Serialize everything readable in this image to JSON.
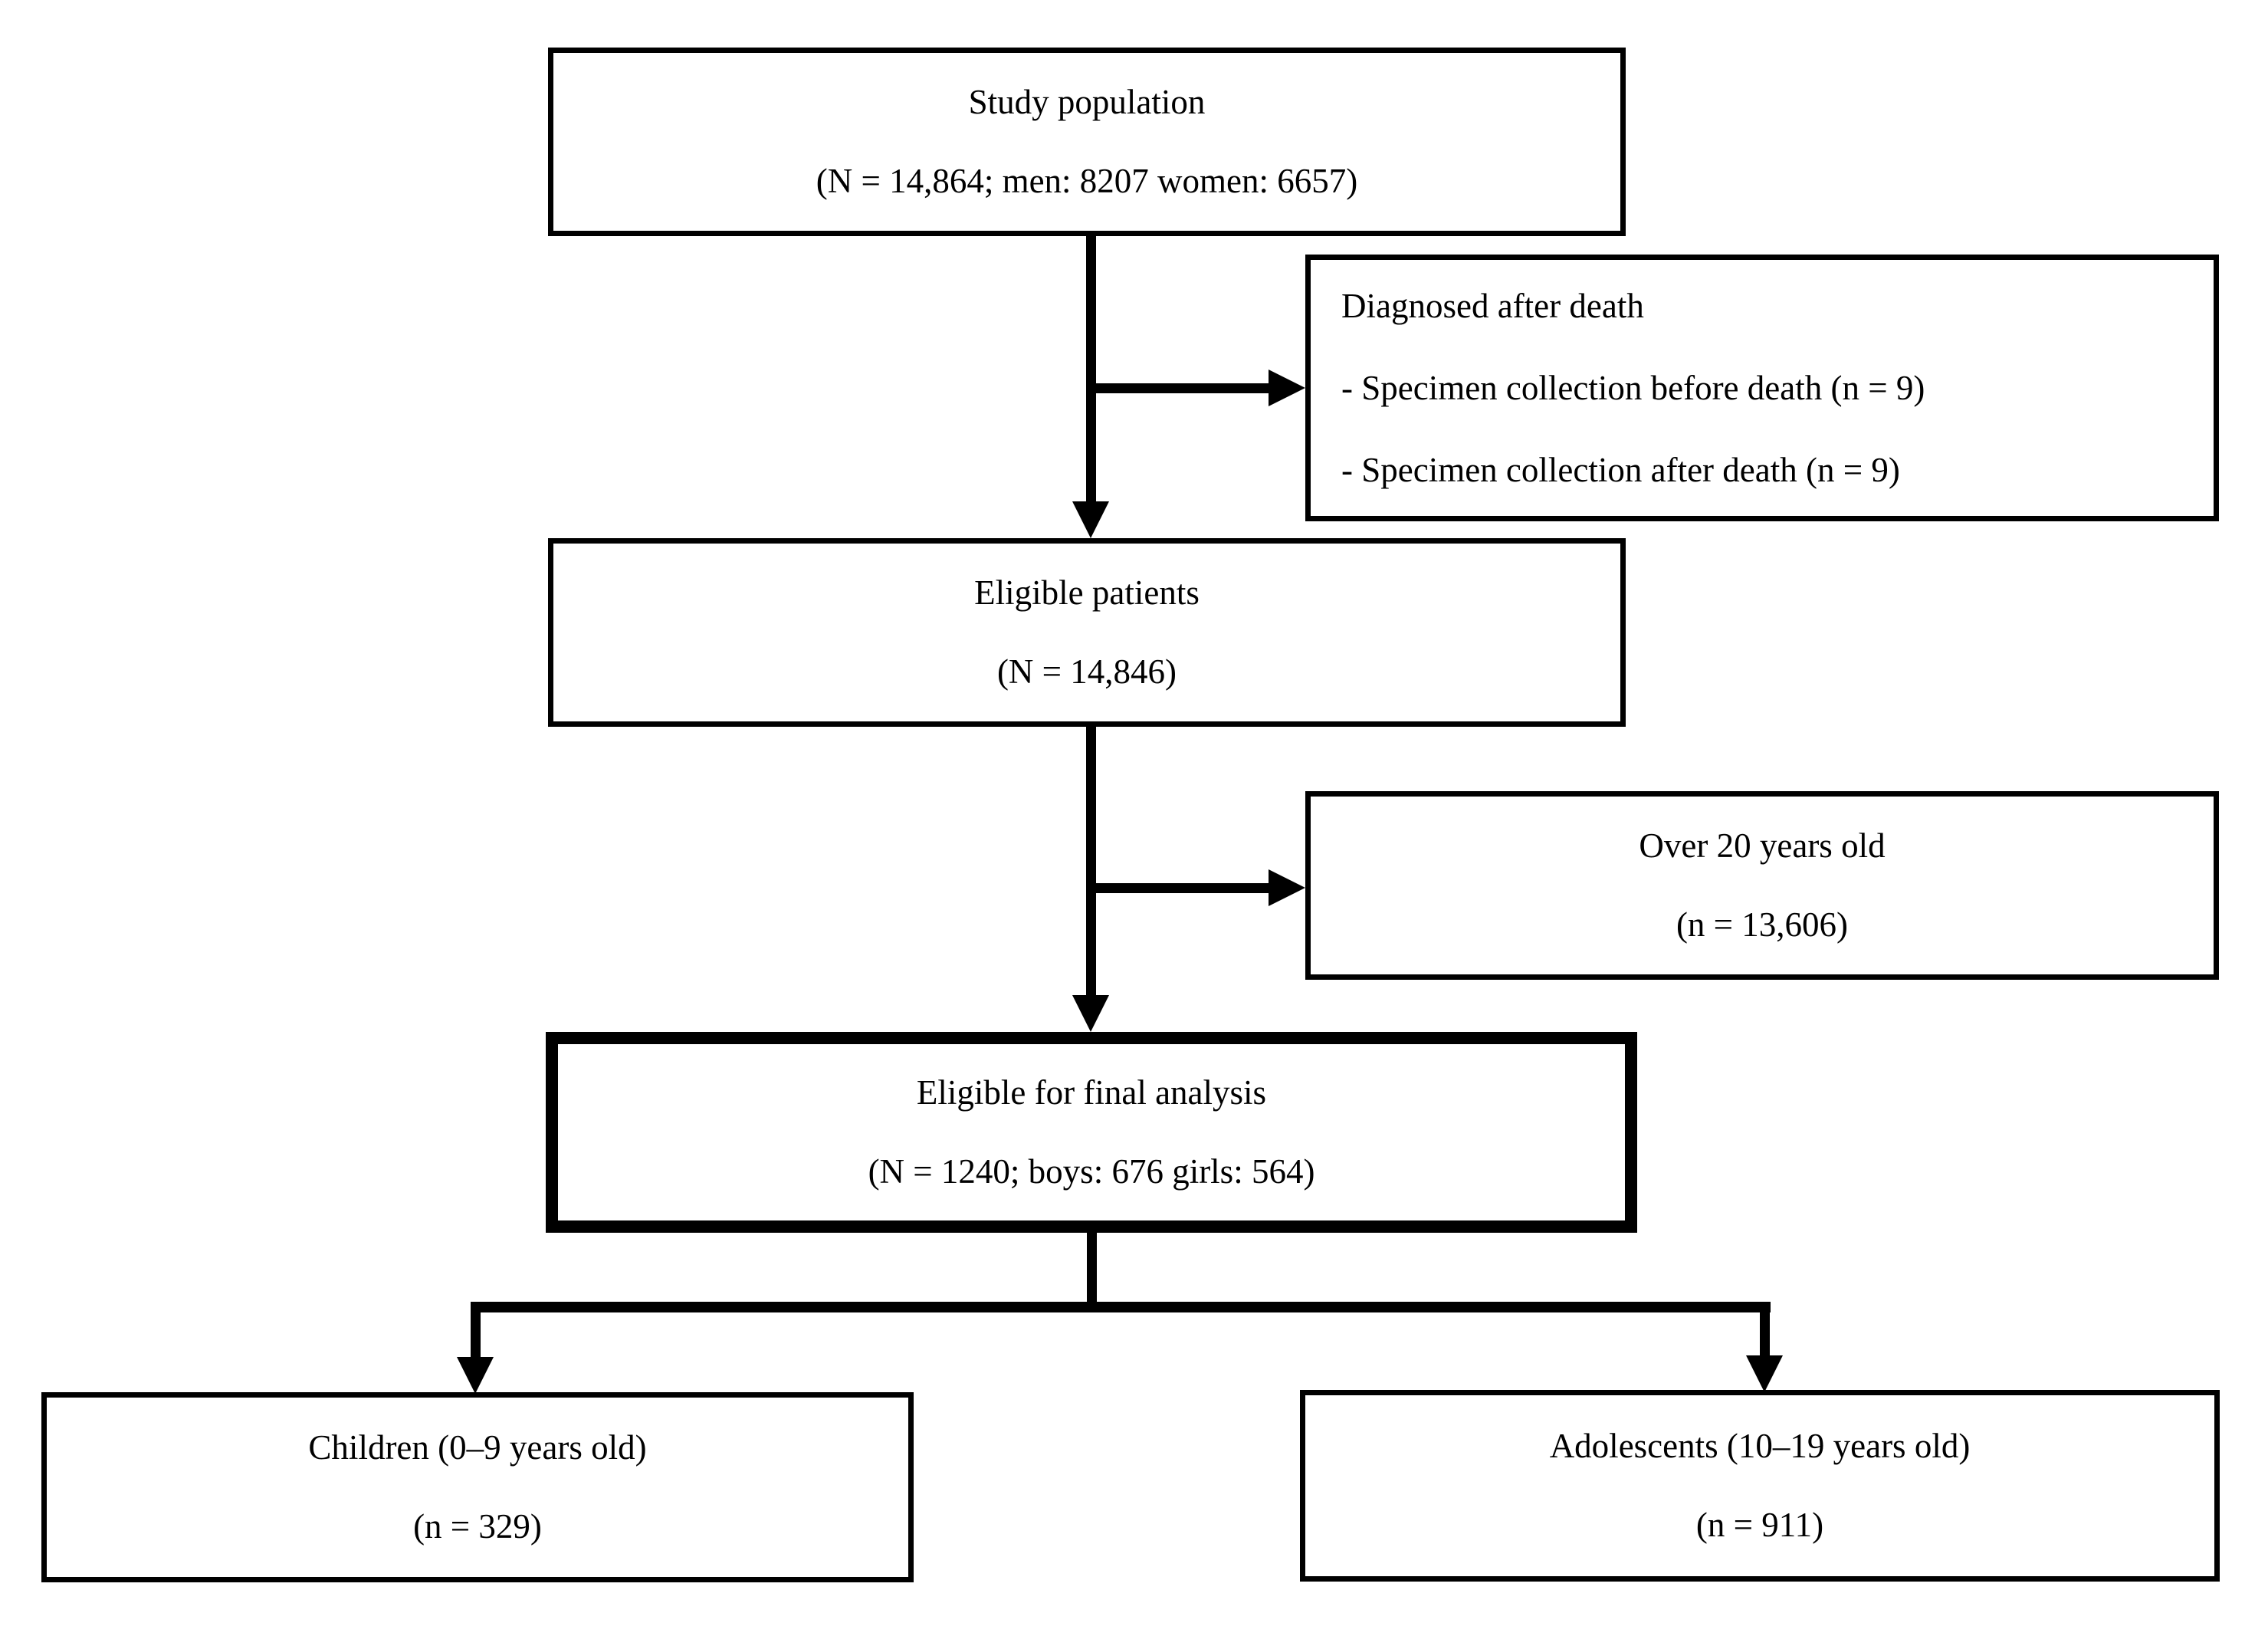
{
  "flowchart": {
    "colors": {
      "line": "#000000",
      "background": "#ffffff",
      "text": "#000000"
    },
    "boxes": [
      {
        "id": "study-population",
        "lines": [
          "Study population",
          "(N = 14,864; men: 8207 women: 6657)"
        ]
      },
      {
        "id": "diagnosed-after-death",
        "lines": [
          "Diagnosed after death",
          "- Specimen collection before death (n = 9)",
          "- Specimen collection after death (n = 9)"
        ]
      },
      {
        "id": "eligible-patients",
        "lines": [
          "Eligible patients",
          "(N = 14,846)"
        ]
      },
      {
        "id": "over-20-years-old",
        "lines": [
          "Over 20 years old",
          "(n = 13,606)"
        ]
      },
      {
        "id": "eligible-final-analysis",
        "lines": [
          "Eligible for final analysis",
          "(N = 1240; boys: 676 girls: 564)"
        ]
      },
      {
        "id": "children",
        "lines": [
          "Children (0–9 years old)",
          "(n = 329)"
        ]
      },
      {
        "id": "adolescents",
        "lines": [
          "Adolescents (10–19 years old)",
          "(n = 911)"
        ]
      }
    ]
  }
}
